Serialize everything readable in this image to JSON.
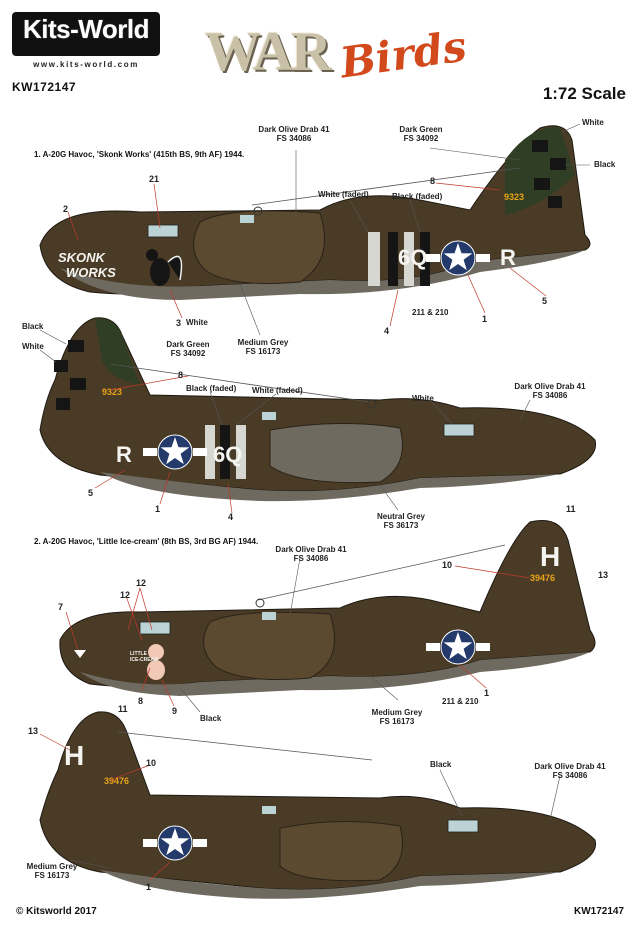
{
  "header": {
    "brand": "Kits-World",
    "url": "www.kits-world.com",
    "code": "KW172147",
    "logo_war": "WAR",
    "logo_birds": "Birds",
    "scale": "1:72 Scale"
  },
  "schemes": [
    {
      "title": "1. A-20G Havoc, 'Skonk Works' (415th BS, 9th AF) 1944."
    },
    {
      "title": "2. A-20G Havoc, 'Little Ice-cream' (8th BS, 3rd BG AF) 1944."
    }
  ],
  "aircraft1_top": {
    "nose_art": [
      "SKONK",
      "WORKS"
    ],
    "code_left": "6Q",
    "code_right": "R",
    "serial": "9323",
    "notes": {
      "dark_olive": [
        "Dark Olive Drab 41",
        "FS 34086"
      ],
      "dark_green": [
        "Dark Green",
        "FS 34092"
      ],
      "white_tail": "White",
      "white_faded": "White (faded)",
      "black_faded": "Black (faded)",
      "black": "Black",
      "stencil": "211 & 210",
      "grey": [
        "Medium Grey",
        "FS 16173"
      ],
      "white_art": "White"
    },
    "callouts": [
      "21",
      "2",
      "3",
      "8",
      "4",
      "1",
      "5"
    ]
  },
  "aircraft1_bottom": {
    "code_left": "R",
    "code_right": "6Q",
    "serial": "9323",
    "notes": {
      "black": "Black",
      "white": "White",
      "dark_green": [
        "Dark Green",
        "FS 34092"
      ],
      "black_faded": "Black (faded)",
      "white_faded": "White (faded)",
      "white_canopy": "White",
      "dark_olive": [
        "Dark Olive Drab 41",
        "FS 34086"
      ],
      "neutral_grey": [
        "Neutral Grey",
        "FS 36173"
      ]
    },
    "callouts": [
      "8",
      "5",
      "1",
      "4"
    ]
  },
  "aircraft2_top": {
    "tail_letter": "H",
    "serial": "39476",
    "nose_art": [
      "LITTLE",
      "ICE-CREAM"
    ],
    "notes": {
      "dark_olive": [
        "Dark Olive Drab 41",
        "FS 34086"
      ],
      "stencil": "211 & 210",
      "grey": [
        "Medium Grey",
        "FS 16173"
      ],
      "black": "Black"
    },
    "callouts": [
      "11",
      "12",
      "10",
      "13",
      "12",
      "7",
      "8",
      "9",
      "1"
    ]
  },
  "aircraft2_bottom": {
    "tail_letter": "H",
    "serial": "39476",
    "notes": {
      "black": "Black",
      "dark_olive": [
        "Dark Olive Drab 41",
        "FS 34086"
      ],
      "grey": [
        "Medium Grey",
        "FS 16173"
      ]
    },
    "callouts": [
      "11",
      "13",
      "10",
      "1"
    ]
  },
  "footer": {
    "copyright": "© Kitsworld 2017",
    "code": "KW172147"
  },
  "colors": {
    "olive": "#4a3b26",
    "olive_light": "#5b4a30",
    "dark_green": "#2f3e24",
    "grey": "#6f6a60",
    "white": "#f4f4f0",
    "black": "#151515",
    "star_blue": "#243a6b",
    "accent_orange": "#e8a317",
    "pointer": "#c0392b"
  }
}
